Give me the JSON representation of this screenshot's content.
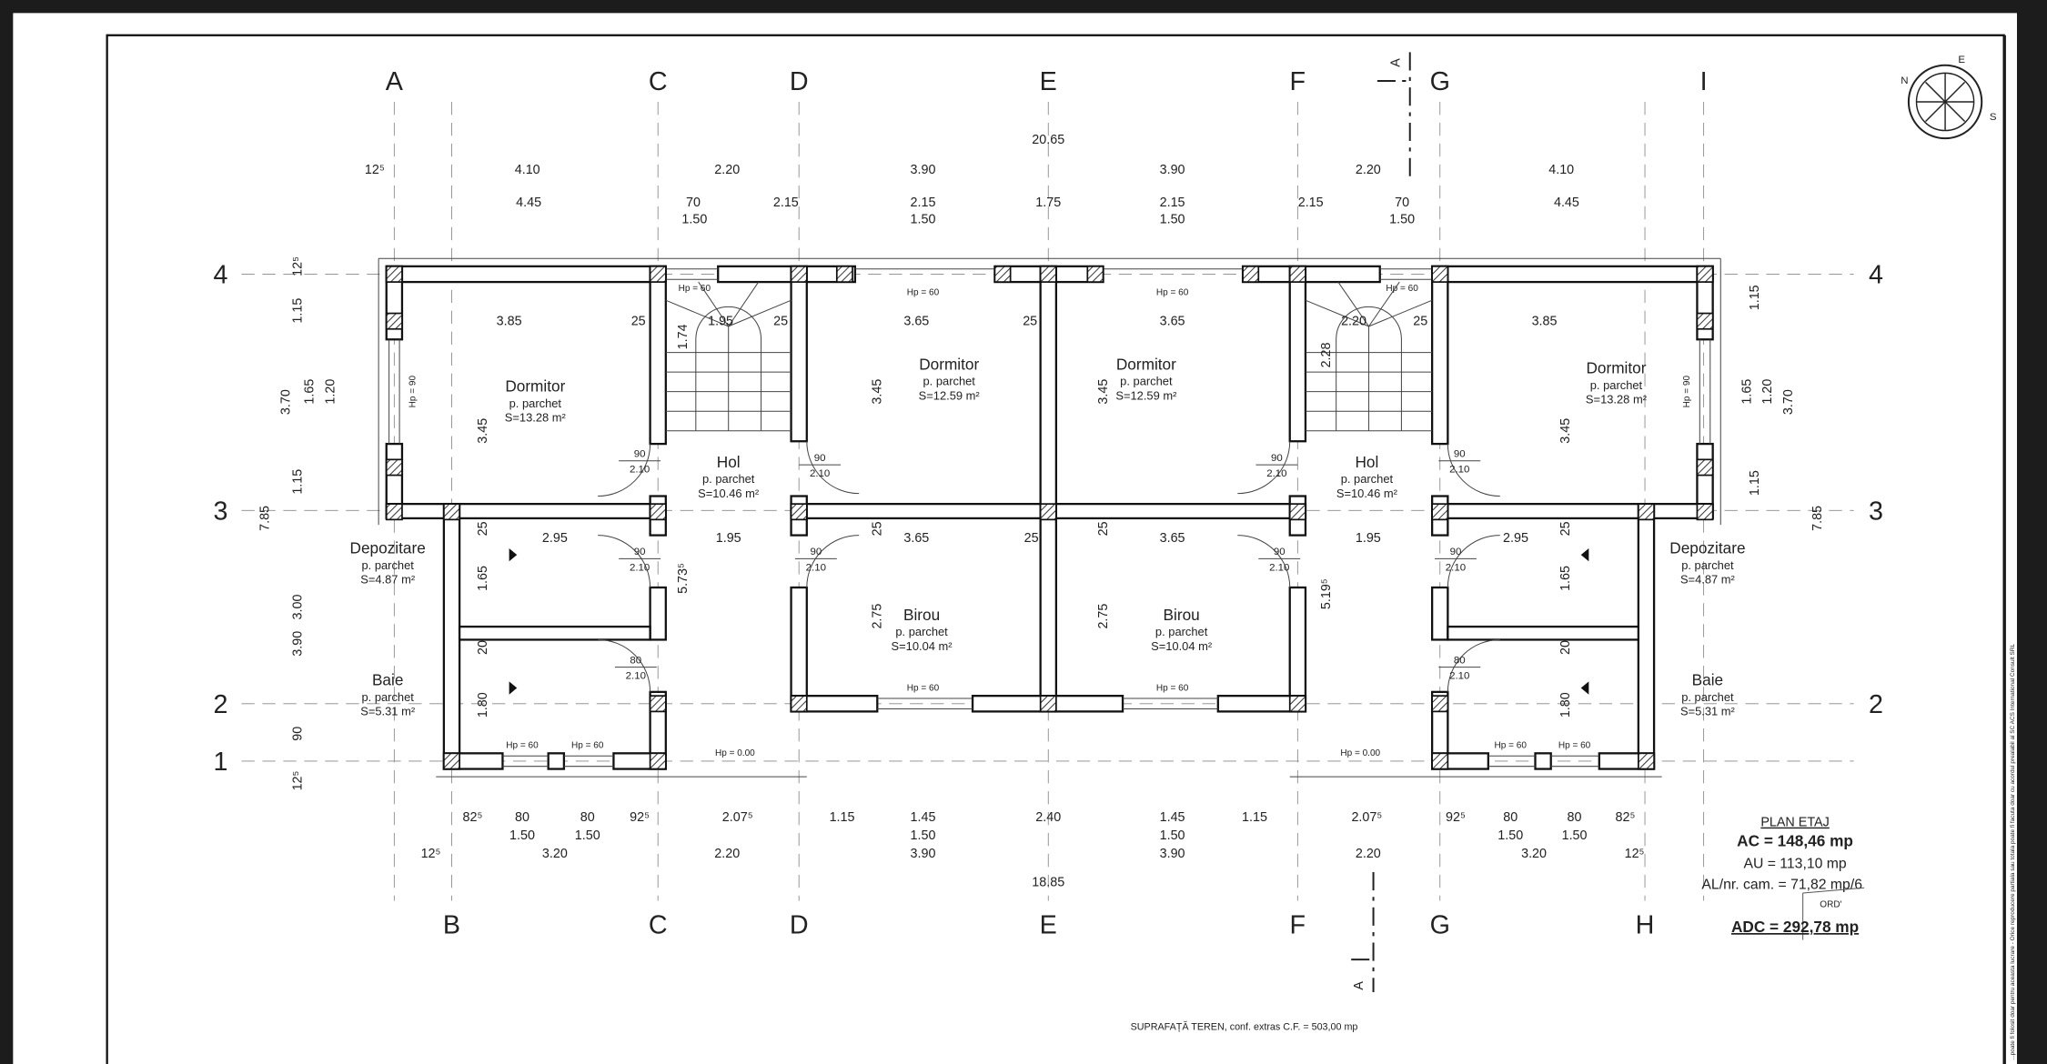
{
  "sheet": {
    "title": "PLAN ETAJ",
    "ac": "AC = 148,46 mp",
    "au": "AU = 113,10 mp",
    "al": "AL/nr. cam. = 71,82 mp/6",
    "adc": "ADC = 292,78 mp",
    "stamp": "ORD'",
    "site_area": "SUPRAFAȚĂ TEREN, conf. extras C.F. = 503,00 mp",
    "copyright": "...poate fi folosit doar pentru aceasta lucrare - Orice reproducere partiala sau totala poate fi facuta doar cu acordul prealabil al SC ACS International Consult SRL"
  },
  "axes": {
    "top": [
      "A",
      "C",
      "D",
      "E",
      "F",
      "G",
      "I"
    ],
    "bottom": [
      "B",
      "C",
      "D",
      "E",
      "F",
      "G",
      "H"
    ],
    "rows": [
      "4",
      "3",
      "2",
      "1"
    ],
    "section": "A"
  },
  "compass": {
    "n": "N",
    "e": "E",
    "s": "S"
  },
  "rooms": [
    {
      "name": "Dormitor",
      "floor": "p. parchet",
      "area": "S=13.28 m²"
    },
    {
      "name": "Hol",
      "floor": "p. parchet",
      "area": "S=10.46 m²"
    },
    {
      "name": "Dormitor",
      "floor": "p. parchet",
      "area": "S=12.59 m²"
    },
    {
      "name": "Dormitor",
      "floor": "p. parchet",
      "area": "S=12.59 m²"
    },
    {
      "name": "Hol",
      "floor": "p. parchet",
      "area": "S=10.46 m²"
    },
    {
      "name": "Dormitor",
      "floor": "p. parchet",
      "area": "S=13.28 m²"
    },
    {
      "name": "Depozitare",
      "floor": "p. parchet",
      "area": "S=4.87 m²"
    },
    {
      "name": "Baie",
      "floor": "p. parchet",
      "area": "S=5.31 m²"
    },
    {
      "name": "Birou",
      "floor": "p. parchet",
      "area": "S=10.04 m²"
    },
    {
      "name": "Birou",
      "floor": "p. parchet",
      "area": "S=10.04 m²"
    },
    {
      "name": "Depozitare",
      "floor": "p. parchet",
      "area": "S=4.87 m²"
    },
    {
      "name": "Baie",
      "floor": "p. parchet",
      "area": "S=5.31 m²"
    }
  ],
  "dims": {
    "total_top": "20.65",
    "total_bottom": "18.85",
    "top_row1": [
      "12⁵",
      "4.10",
      "2.20",
      "3.90",
      "3.90",
      "2.20",
      "4.10"
    ],
    "top_row2": [
      "4.45",
      "70",
      "2.15",
      "2.15",
      "1.75",
      "2.15",
      "2.15",
      "70",
      "4.45"
    ],
    "top_row3": [
      "1.50",
      "1.50",
      "1.50",
      "1.50"
    ],
    "inner_top": [
      "3.85",
      "25",
      "1.95",
      "25",
      "3.65",
      "25",
      "3.65",
      "2.20",
      "25",
      "3.85"
    ],
    "inner_mid": [
      "2.95",
      "1.95",
      "3.65",
      "25",
      "3.65",
      "1.95",
      "2.95"
    ],
    "bottom_row1": [
      "82⁵",
      "80",
      "80",
      "92⁵",
      "2.07⁵",
      "1.15",
      "1.45",
      "2.40",
      "1.45",
      "1.15",
      "2.07⁵",
      "92⁵",
      "80",
      "80",
      "82⁵"
    ],
    "bottom_row2": [
      "1.50",
      "1.50",
      "1.50",
      "1.50",
      "1.50",
      "1.50"
    ],
    "bottom_row3": [
      "12⁵",
      "3.20",
      "2.20",
      "3.90",
      "3.90",
      "2.20",
      "3.20",
      "12⁵"
    ],
    "left_vertical": [
      "1.15",
      "3.70",
      "1.65",
      "1.20",
      "1.15",
      "7.85",
      "3.00",
      "3.90",
      "90",
      "12⁵",
      "12⁵"
    ],
    "right_vertical": [
      "1.15",
      "1.65",
      "1.20",
      "3.70",
      "1.15",
      "7.85"
    ],
    "inner_vertical": [
      "3.45",
      "3.45",
      "3.45",
      "3.45",
      "1.74",
      "2.28",
      "5.73⁵",
      "5.19⁵",
      "1.65",
      "1.65",
      "1.80",
      "1.80",
      "20",
      "20",
      "25",
      "25",
      "25",
      "25",
      "2.75",
      "2.75"
    ]
  },
  "doors": {
    "w90": "90",
    "w80": "80",
    "h": "2.10"
  },
  "heights": {
    "hp60": "Hp = 60",
    "hp0": "Hp = 0.00",
    "hp90": "Hp = 90"
  }
}
